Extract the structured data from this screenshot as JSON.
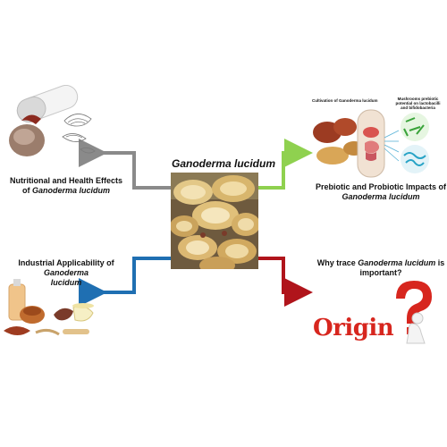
{
  "center": {
    "title": "Ganoderma lucidum"
  },
  "boxes": {
    "nutrition": {
      "line1": "Nutritional and Health Effects",
      "prefix2": "of ",
      "italic2": "Ganoderma lucidum"
    },
    "prebiotic": {
      "line1": "Prebiotic and Probiotic Impacts of",
      "italic2": "Ganoderma lucidum"
    },
    "industrial": {
      "line1": "Industrial Applicability of ",
      "italic1": "Ganoderma",
      "italic2": "lucidum"
    },
    "origin_question": {
      "prefix": "Why trace ",
      "italic": "Ganoderma lucidum",
      "suffix": " is",
      "line2": "important?"
    }
  },
  "inset_labels": {
    "cultivation": "Cultivation of Ganoderma lucidum",
    "mushrooms_prebiotic": "Mushrooms prebiotic potential on lactobacilli and bifidobacteria"
  },
  "origin_word": "Origin",
  "colors": {
    "gray_arrow": "#8a8a8a",
    "green_arrow": "#8fd14f",
    "blue_arrow": "#1f6fb2",
    "red_arrow": "#b0141b",
    "origin_red": "#d7261e"
  }
}
